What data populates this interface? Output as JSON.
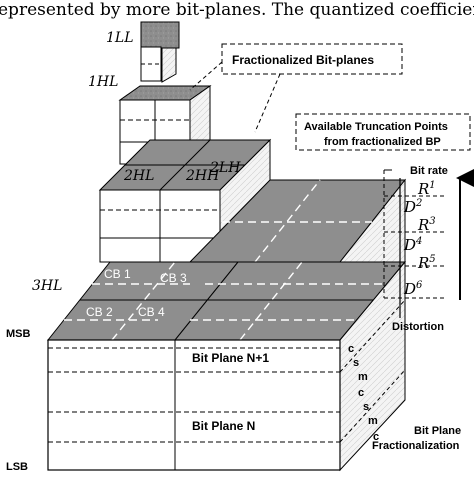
{
  "top_caption": "epresented by more bit-planes. The quantized coefficients in",
  "subbands": {
    "ll1": "1LL",
    "hl1": "1HL",
    "lh2": "2LH",
    "hl2": "2HL",
    "hh2": "2HH",
    "hl3": "3HL"
  },
  "code_blocks": [
    "CB 1",
    "CB 3",
    "CB 2",
    "CB 4"
  ],
  "callouts": {
    "fractionalized": "Fractionalized Bit-planes",
    "truncation_line1": "Available Truncation Points",
    "truncation_line2": "from fractionalized BP"
  },
  "rate_axis": {
    "top_label": "Bit rate",
    "bottom_label": "Distortion"
  },
  "rate_points": [
    {
      "sym": "R",
      "sup": "1"
    },
    {
      "sym": "D",
      "sup": "2"
    },
    {
      "sym": "R",
      "sup": "3"
    },
    {
      "sym": "D",
      "sup": "4"
    },
    {
      "sym": "R",
      "sup": "5"
    },
    {
      "sym": "D",
      "sup": "6"
    }
  ],
  "bitplane_labels": {
    "msb": "MSB",
    "lsb": "LSB",
    "plane_n1": "Bit Plane N+1",
    "plane_n": "Bit Plane N"
  },
  "pass_letters": [
    "c",
    "s",
    "m",
    "c",
    "s",
    "m",
    "c"
  ],
  "fractionalization": {
    "line1": "Bit Plane",
    "line2": "Fractionalization"
  },
  "colors": {
    "top_face": "#8c8c8c",
    "side_face": "#f2f2f2",
    "front_face": "#ffffff",
    "line": "#000000"
  }
}
